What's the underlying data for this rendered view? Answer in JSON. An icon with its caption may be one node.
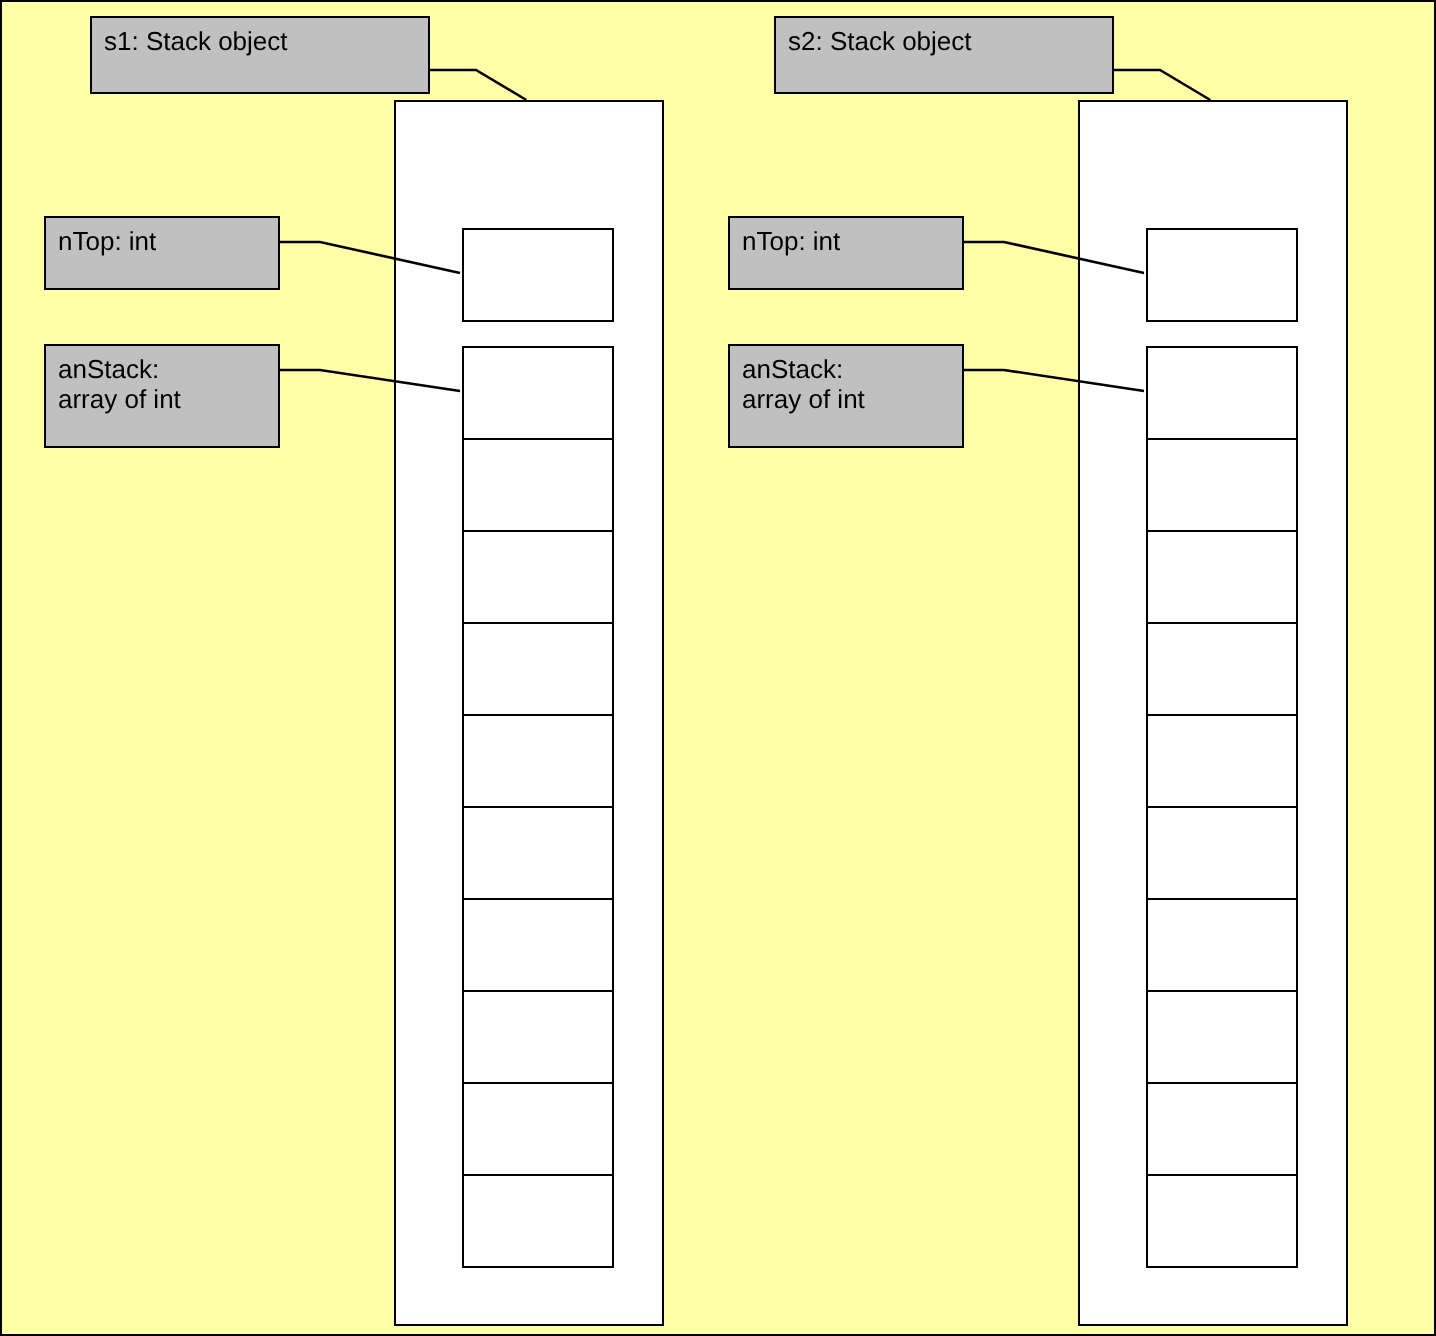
{
  "diagram": {
    "nodes": [
      {
        "text": [
          "s1: Stack object"
        ]
      },
      {
        "text": [
          "nTop: int"
        ]
      },
      {
        "text": [
          "anStack: array of int"
        ]
      },
      {
        "text": [],
        "shape": "box"
      },
      {
        "text": [],
        "shape": "box",
        "in": 3
      },
      {
        "text": [],
        "shape": "box",
        "in": 3
      },
      {
        "text": [],
        "shape": "box",
        "in": 3
      },
      {
        "text": [],
        "shape": "box",
        "in": 3
      },
      {
        "text": [],
        "shape": "box",
        "in": 3
      },
      {
        "text": [],
        "shape": "box",
        "in": 3
      },
      {
        "text": [],
        "shape": "box",
        "in": 3
      },
      {
        "text": [],
        "shape": "box",
        "in": 3
      },
      {
        "text": [],
        "shape": "box",
        "in": 3
      },
      {
        "text": [],
        "shape": "box",
        "in": 3
      },
      {
        "text": [],
        "shape": "box",
        "in": 3
      },
      {
        "text": [
          "s2: Stack object"
        ]
      },
      {
        "text": [
          "nTop: int"
        ]
      },
      {
        "text": [
          "anStack: array of int"
        ]
      },
      {
        "text": [],
        "shape": "box"
      },
      {
        "text": [],
        "shape": "box",
        "in": 18
      },
      {
        "text": [],
        "shape": "box",
        "in": 18
      },
      {
        "text": [],
        "shape": "box",
        "in": 18
      },
      {
        "text": [],
        "shape": "box",
        "in": 18
      },
      {
        "text": [],
        "shape": "box",
        "in": 18
      },
      {
        "text": [],
        "shape": "box",
        "in": 18
      },
      {
        "text": [],
        "shape": "box",
        "in": 18
      },
      {
        "text": [],
        "shape": "box",
        "in": 18
      },
      {
        "text": [],
        "shape": "box",
        "in": 18
      },
      {
        "text": [],
        "shape": "box",
        "in": 18
      },
      {
        "text": [],
        "shape": "box",
        "in": 18
      }
    ],
    "edges": [
      {
        "from": 0,
        "to": 3,
        "arrow": "none"
      },
      {
        "from": 1,
        "to": 4,
        "arrow": "none"
      },
      {
        "from": 2,
        "to": 5,
        "arrow": "none"
      },
      {
        "from": 15,
        "to": 18,
        "arrow": "none"
      },
      {
        "from": 16,
        "to": 19,
        "arrow": "none"
      },
      {
        "from": 17,
        "to": 20,
        "arrow": "none"
      }
    ]
  }
}
